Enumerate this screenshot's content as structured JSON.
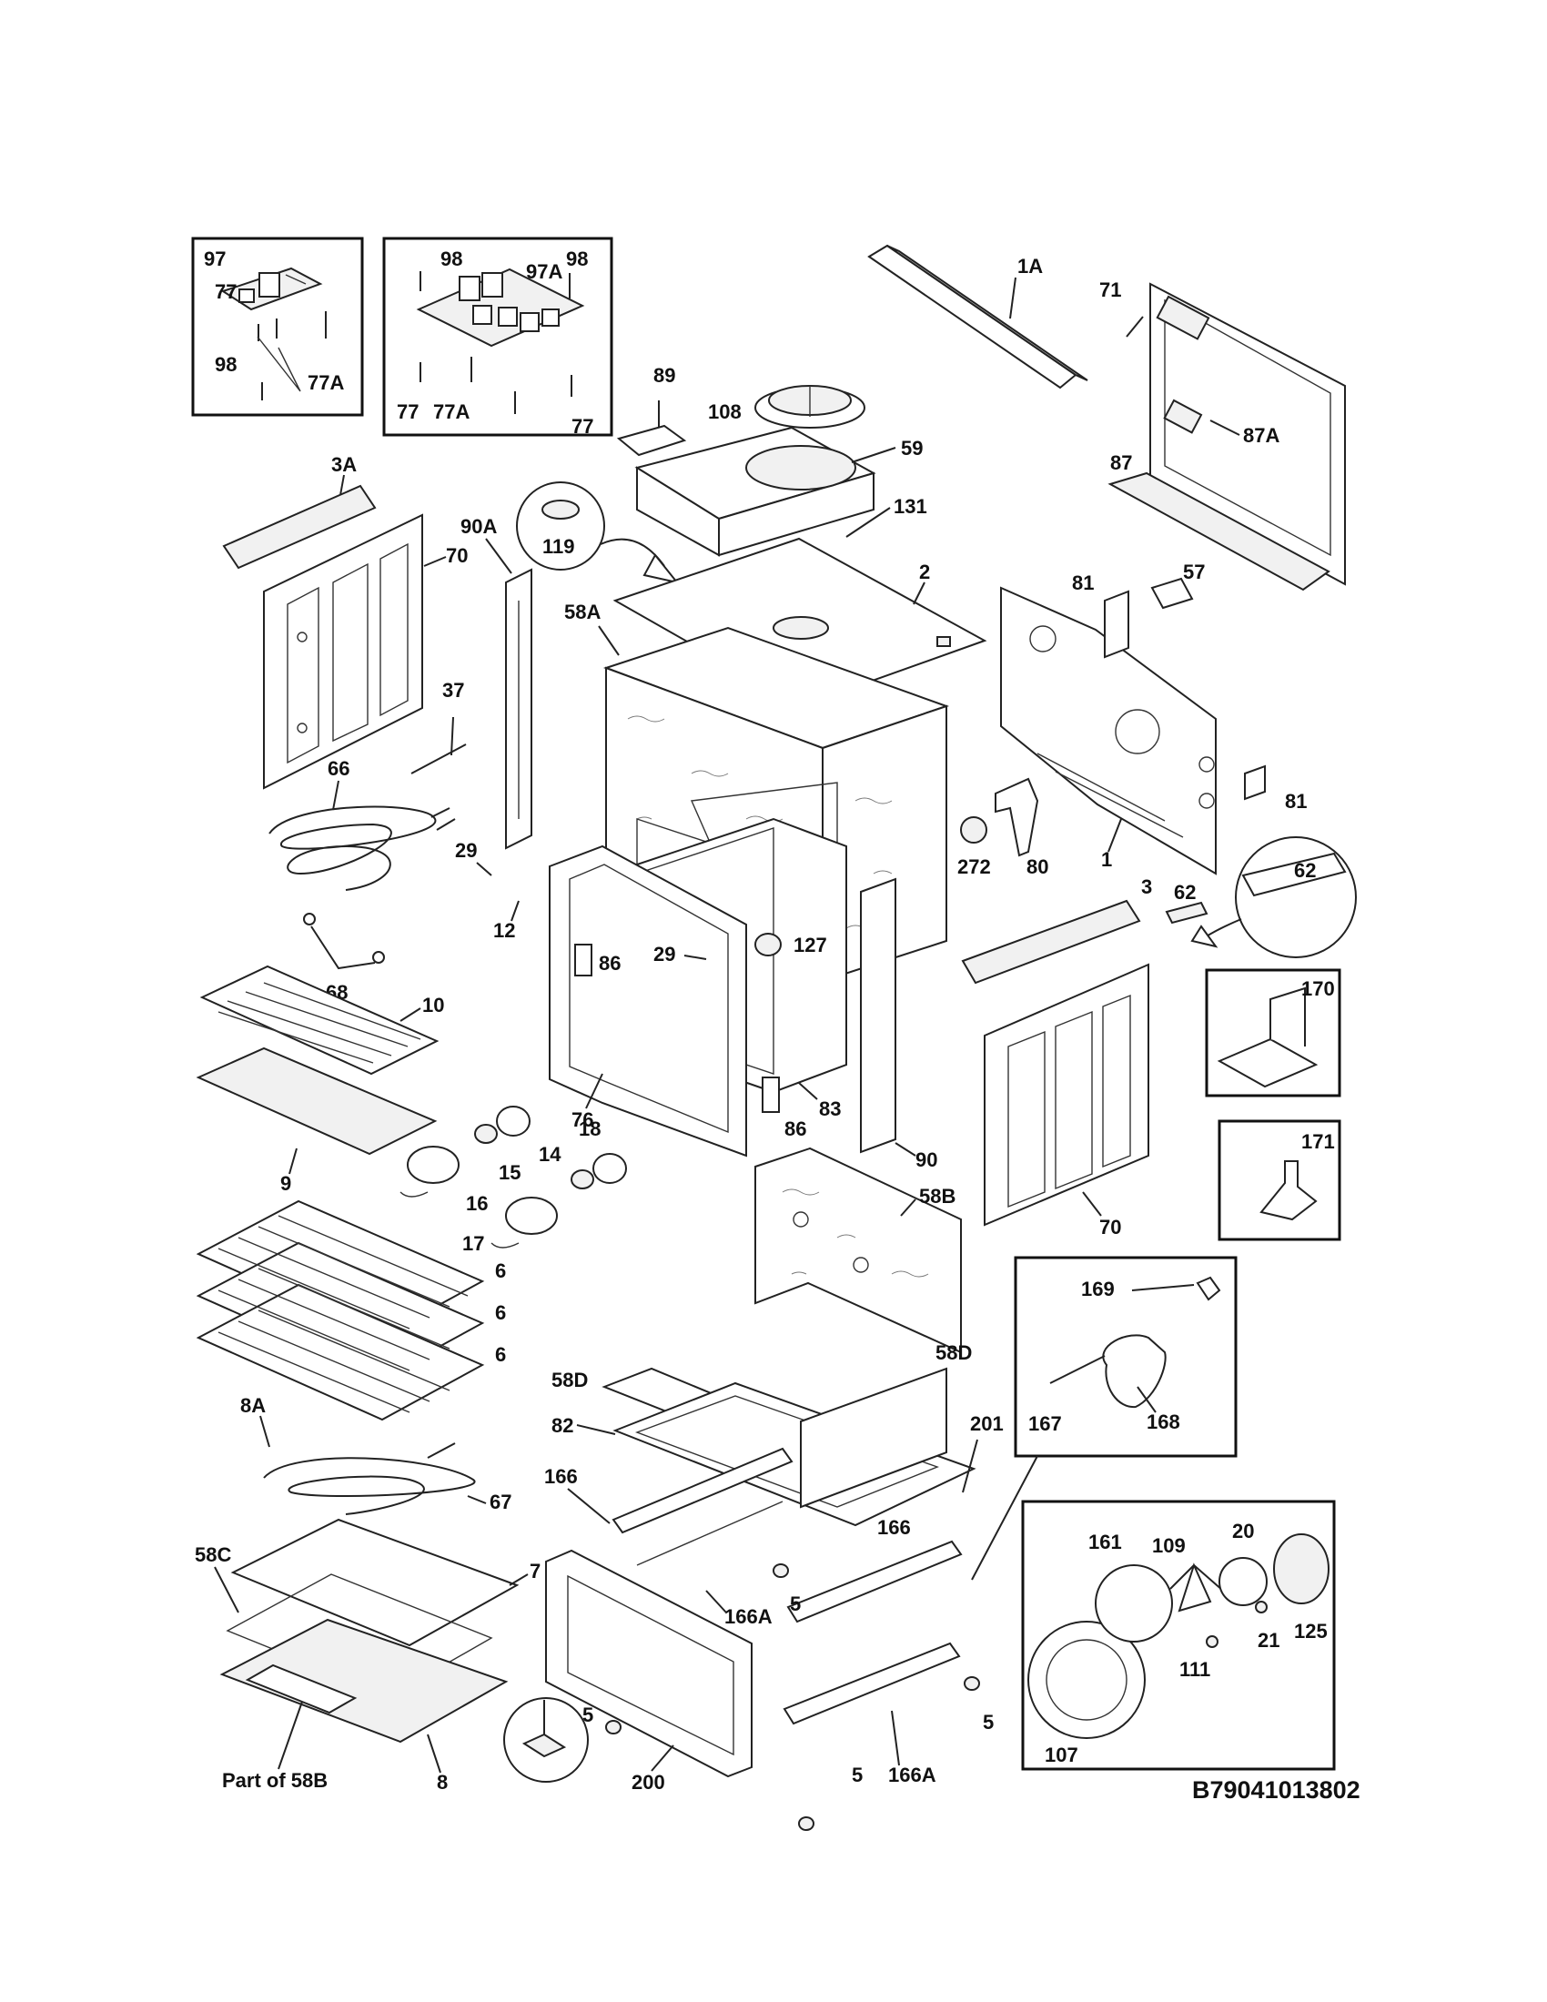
{
  "diagram": {
    "code": "B79041013802",
    "callouts": {
      "p97": "97",
      "p98a": "98",
      "p98b": "98",
      "p98c": "98",
      "p77a": "77",
      "p77b": "77",
      "p77c": "77",
      "p77Aa": "77A",
      "p77Ab": "77A",
      "p97A": "97A",
      "p1A": "1A",
      "p71": "71",
      "p87": "87",
      "p87A": "87A",
      "p89": "89",
      "p108": "108",
      "p59": "59",
      "p131": "131",
      "p119": "119",
      "p2": "2",
      "p3A": "3A",
      "p70a": "70",
      "p70b": "70",
      "p90A": "90A",
      "p58A": "58A",
      "p37": "37",
      "p66": "66",
      "p29a": "29",
      "p29b": "29",
      "p12": "12",
      "p68": "68",
      "p81a": "81",
      "p81b": "81",
      "p57": "57",
      "p272": "272",
      "p80": "80",
      "p1": "1",
      "p62a": "62",
      "p62b": "62",
      "p3": "3",
      "p127": "127",
      "p86a": "86",
      "p86b": "86",
      "p10": "10",
      "p9": "9",
      "p76": "76",
      "p83": "83",
      "p90": "90",
      "p18": "18",
      "p14": "14",
      "p15": "15",
      "p16": "16",
      "p17": "17",
      "p6a": "6",
      "p6b": "6",
      "p6c": "6",
      "p170": "170",
      "p171": "171",
      "p58B": "58B",
      "p58Da": "58D",
      "p58Db": "58D",
      "p169": "169",
      "p167": "167",
      "p168": "168",
      "p82": "82",
      "p201": "201",
      "p8A": "8A",
      "p67": "67",
      "p166a": "166",
      "p166b": "166",
      "p166Aa": "166A",
      "p166Ab": "166A",
      "p58C": "58C",
      "p7": "7",
      "p5a": "5",
      "p5b": "5",
      "p5c": "5",
      "p5d": "5",
      "p8": "8",
      "p200": "200",
      "partOf58B": "Part of 58B",
      "p20": "20",
      "p109": "109",
      "p161": "161",
      "p125": "125",
      "p21": "21",
      "p111": "111",
      "p107": "107"
    }
  }
}
